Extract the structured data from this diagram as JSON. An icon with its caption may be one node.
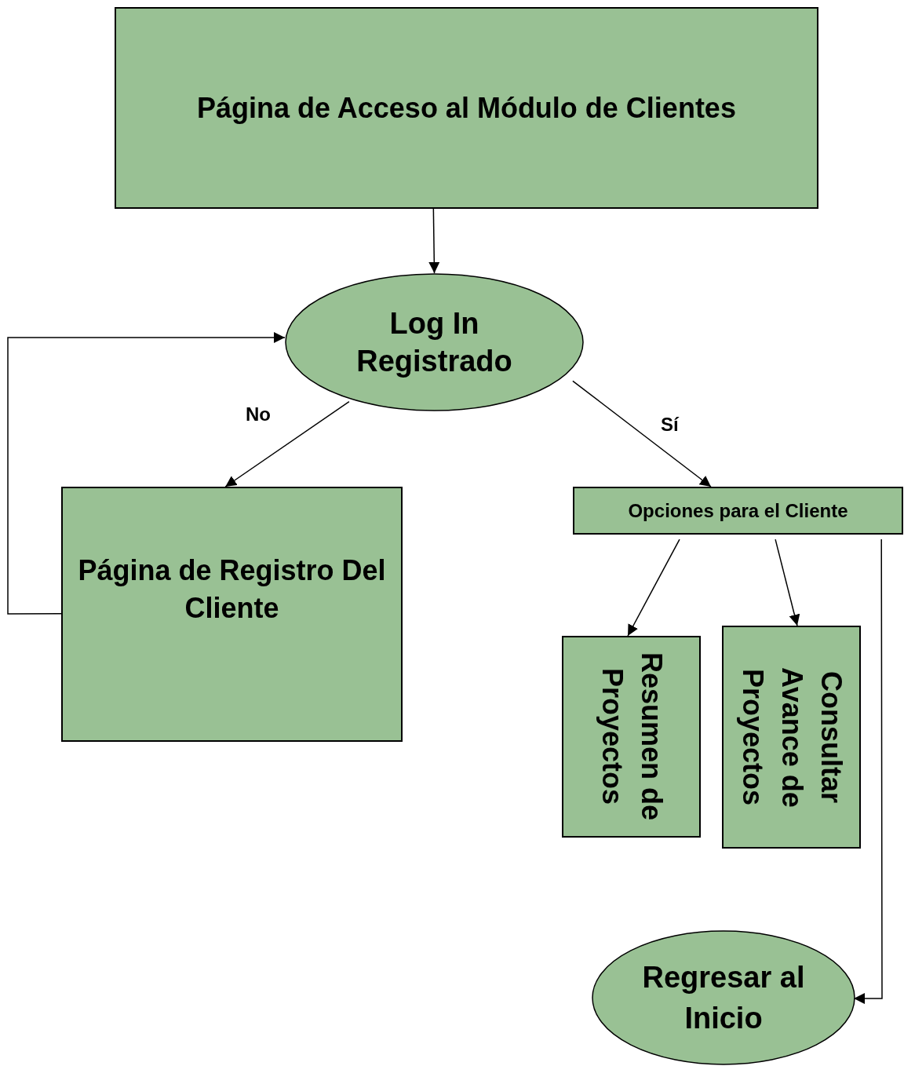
{
  "diagram": {
    "nodes": [
      {
        "text": [
          "Página de Acceso al Módulo de Clientes"
        ]
      },
      {
        "text": [
          "Log In Registrado"
        ]
      },
      {
        "text": [
          "Página de Registro Del Cliente"
        ]
      },
      {
        "text": [
          "Opciones para el Cliente"
        ]
      },
      {
        "text": [
          "Resumen de Proyectos"
        ]
      },
      {
        "text": [
          "Consultar Avance de Proyectos"
        ]
      },
      {
        "text": [
          "Regresar al Inicio"
        ]
      }
    ],
    "edges": [
      {
        "from": 0,
        "to": 1,
        "arrow": "to"
      },
      {
        "from": 1,
        "to": 2,
        "arrow": "to",
        "label": "No"
      },
      {
        "from": 1,
        "to": 3,
        "arrow": "to",
        "label": "Sí"
      },
      {
        "from": 2,
        "to": 1,
        "arrow": "to"
      },
      {
        "from": 3,
        "to": 4,
        "arrow": "to"
      },
      {
        "from": 3,
        "to": 5,
        "arrow": "to"
      },
      {
        "from": 3,
        "to": 6,
        "arrow": "to"
      }
    ]
  }
}
